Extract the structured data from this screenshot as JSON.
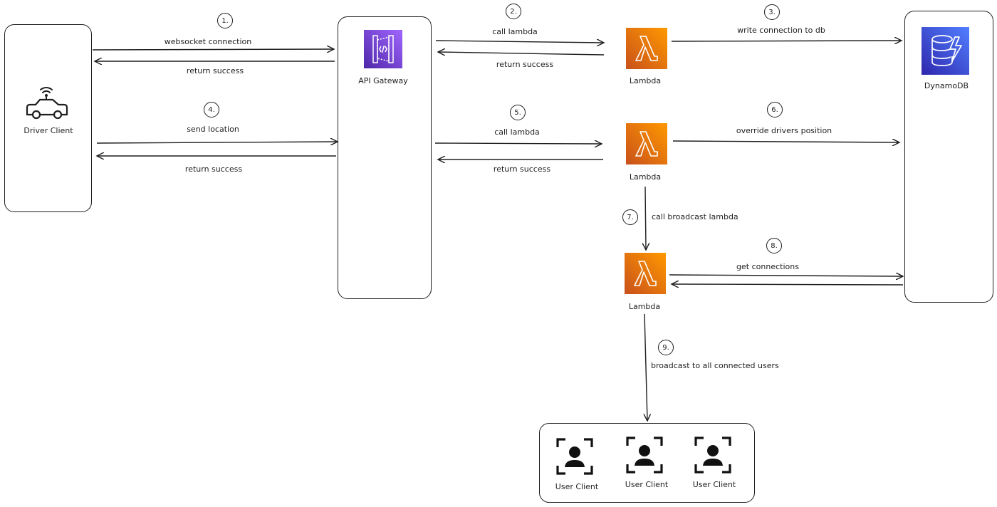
{
  "nodes": {
    "driver_client": "Driver Client",
    "api_gateway": "API Gateway",
    "lambda_1": "Lambda",
    "lambda_2": "Lambda",
    "lambda_3": "Lambda",
    "dynamodb": "DynamoDB",
    "user_clients": [
      "User Client",
      "User Client",
      "User Client"
    ]
  },
  "steps": {
    "s1": "1.",
    "s2": "2.",
    "s3": "3.",
    "s4": "4.",
    "s5": "5.",
    "s6": "6.",
    "s7": "7.",
    "s8": "8.",
    "s9": "9."
  },
  "edges": {
    "websocket_connection": "websocket connection",
    "return_success_1": "return success",
    "call_lambda_1": "call lambda",
    "return_success_2": "return success",
    "write_connection": "write connection to db",
    "send_location": "send location",
    "return_success_3": "return success",
    "call_lambda_2": "call lambda",
    "return_success_4": "return success",
    "override_position": "override drivers position",
    "call_broadcast": "call broadcast lambda",
    "get_connections": "get connections",
    "broadcast_users": "broadcast to all connected users"
  },
  "colors": {
    "lambda_gradient_top": "#f7931e",
    "lambda_gradient_bottom": "#d45b07",
    "api_gateway_color": "#8c4fff",
    "dynamodb_color": "#3b48cc",
    "stroke": "#1e1e1e"
  }
}
